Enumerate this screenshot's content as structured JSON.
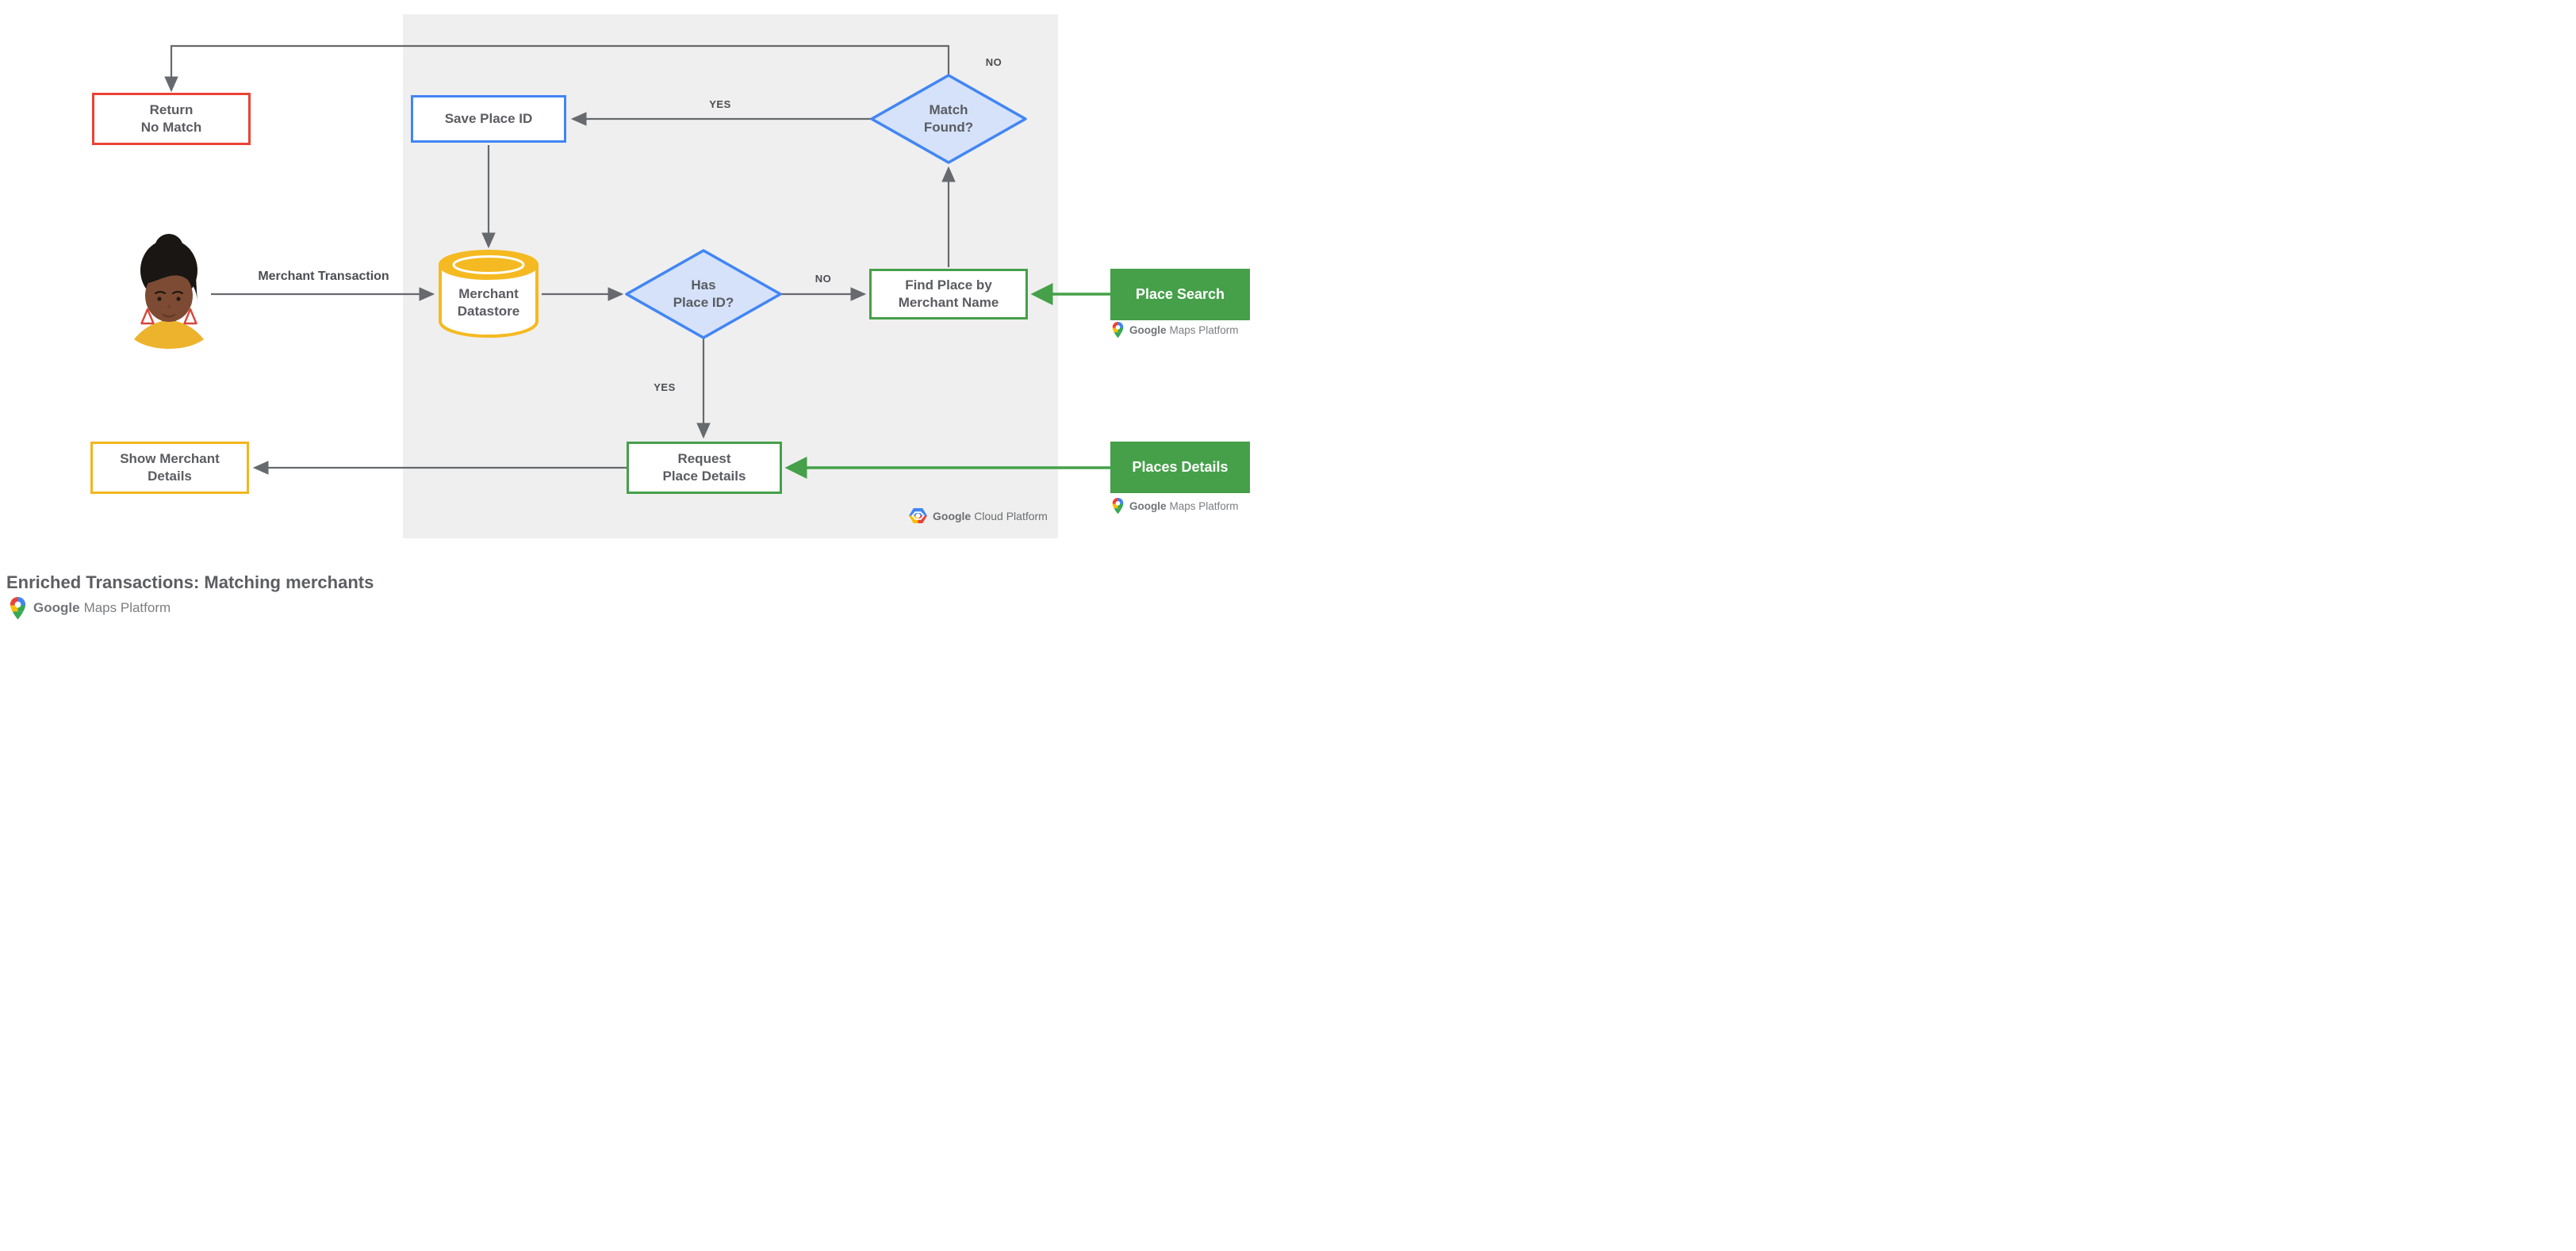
{
  "title": "Enriched Transactions: Matching merchants",
  "colors": {
    "background": "#ffffff",
    "panel_gray": "#efefef",
    "red": "#e94335",
    "blue": "#4285f4",
    "decision_fill": "#d5e2fa",
    "yellow": "#f2b61f",
    "green": "#45a049",
    "arrow_gray": "#66696d",
    "node_text": "#5a5c61"
  },
  "nodes": {
    "return_no_match": {
      "label": "Return\nNo Match",
      "type": "result",
      "border": "red"
    },
    "save_place_id": {
      "label": "Save Place ID",
      "type": "process",
      "border": "blue"
    },
    "match_found": {
      "label": "Match\nFound?",
      "type": "decision"
    },
    "merchant_datastore": {
      "label": "Merchant\nDatastore",
      "type": "datastore",
      "border": "yellow"
    },
    "has_place_id": {
      "label": "Has\nPlace ID?",
      "type": "decision"
    },
    "find_place": {
      "label": "Find Place by\nMerchant Name",
      "type": "process",
      "border": "green"
    },
    "place_search": {
      "label": "Place Search",
      "type": "api"
    },
    "request_place_details": {
      "label": "Request\nPlace Details",
      "type": "process",
      "border": "green"
    },
    "places_details": {
      "label": "Places Details",
      "type": "api"
    },
    "show_merchant_details": {
      "label": "Show Merchant\nDetails",
      "type": "result",
      "border": "yellow"
    }
  },
  "edges": {
    "no_top": "NO",
    "yes_top": "YES",
    "no_mid": "NO",
    "yes_mid": "YES",
    "merchant_transaction": "Merchant Transaction"
  },
  "logos": {
    "gcp": {
      "part1": "Google",
      "part2": "Cloud Platform"
    },
    "gmp": {
      "part1": "Google",
      "part2": "Maps Platform"
    }
  }
}
